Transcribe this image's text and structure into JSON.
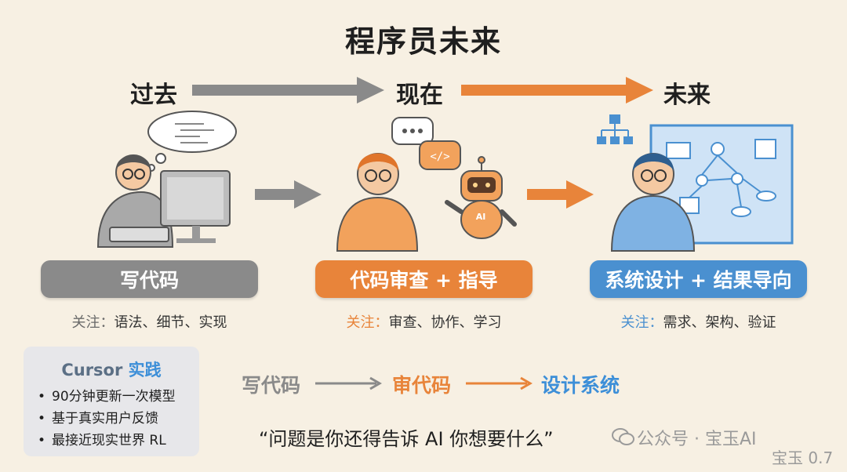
{
  "title": "程序员未来",
  "eras": {
    "past": "过去",
    "present": "现在",
    "future": "未来"
  },
  "stages": [
    {
      "label": "写代码",
      "focus_label": "关注：",
      "focus": "语法、细节、实现",
      "color": "#8a8a8a"
    },
    {
      "label": "代码审查 + 指导",
      "focus_label": "关注：",
      "focus": "审查、协作、学习",
      "color": "#e8843a"
    },
    {
      "label": "系统设计 + 结果导向",
      "focus_label": "关注：",
      "focus": "需求、架构、验证",
      "color": "#4a90d0"
    }
  ],
  "robot_badge": "AI",
  "flow": [
    "写代码",
    "审代码",
    "设计系统"
  ],
  "cursor_card": {
    "title_a": "Cursor",
    "title_b": "实践",
    "items": [
      "90分钟更新一次模型",
      "基于真实用户反馈",
      "最接近现实世界 RL"
    ]
  },
  "quote": "“问题是你还得告诉 AI 你想要什么”",
  "watermark": "公众号 · 宝玉AI",
  "version": "宝玉 0.7",
  "colors": {
    "gray": "#8a8a8a",
    "orange": "#e8843a",
    "blue": "#4a90d0",
    "background": "#f7f0e3"
  }
}
